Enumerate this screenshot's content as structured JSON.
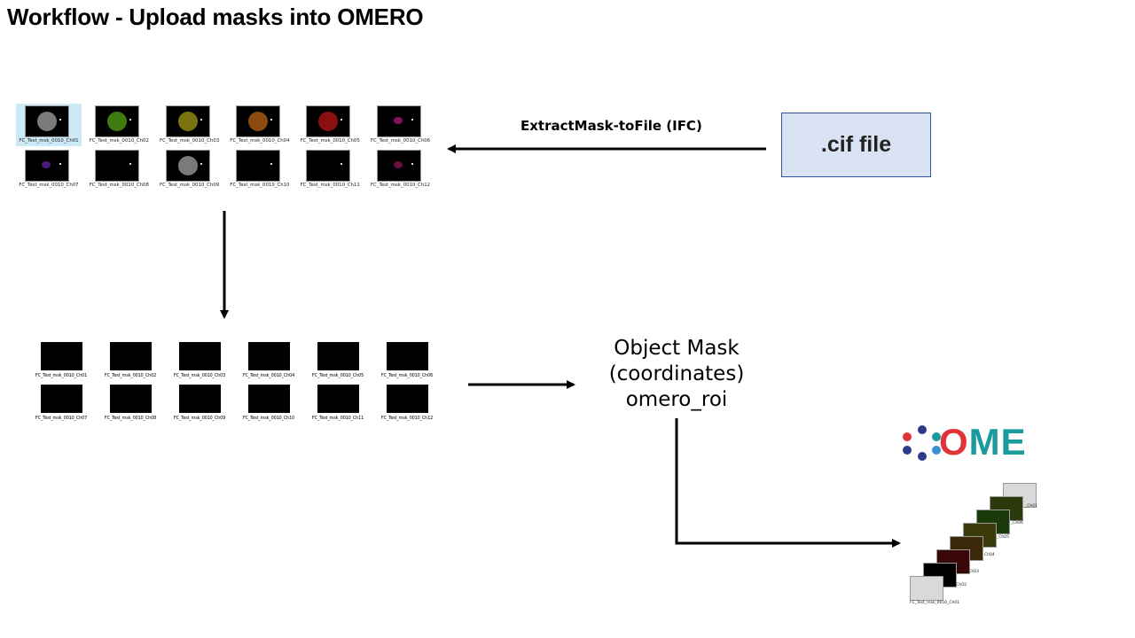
{
  "title": "Workflow - Upload masks into OMERO",
  "top_grid": {
    "thumbnails": [
      {
        "caption": "FC_Test_msk_0010_Ch01",
        "blob_color": "#7a7a7a",
        "selected": true
      },
      {
        "caption": "FC_Test_msk_0010_Ch02",
        "blob_color": "#3f7a10"
      },
      {
        "caption": "FC_Test_msk_0010_Ch03",
        "blob_color": "#7a7410"
      },
      {
        "caption": "FC_Test_msk_0010_Ch04",
        "blob_color": "#8a4a10"
      },
      {
        "caption": "FC_Test_msk_0010_Ch05",
        "blob_color": "#8a1010"
      },
      {
        "caption": "FC_Test_msk_0010_Ch06",
        "blob_color": "#8a1060"
      },
      {
        "caption": "FC_Test_msk_0010_Ch07",
        "blob_color": "#4a1a7a"
      },
      {
        "caption": "FC_Test_msk_0010_Ch08",
        "blob_color": "#000000"
      },
      {
        "caption": "FC_Test_msk_0010_Ch09",
        "blob_color": "#7a7a7a"
      },
      {
        "caption": "FC_Test_msk_0010_Ch10",
        "blob_color": "#000000"
      },
      {
        "caption": "FC_Test_msk_0010_Ch11",
        "blob_color": "#000000"
      },
      {
        "caption": "FC_Test_msk_0010_Ch12",
        "blob_color": "#6a1040"
      }
    ]
  },
  "mid_grid": {
    "captions": [
      "FC_Test_msk_0010_Ch01",
      "FC_Test_msk_0010_Ch02",
      "FC_Test_msk_0010_Ch03",
      "FC_Test_msk_0010_Ch04",
      "FC_Test_msk_0010_Ch05",
      "FC_Test_msk_0010_Ch06",
      "FC_Test_msk_0010_Ch07",
      "FC_Test_msk_0010_Ch08",
      "FC_Test_msk_0010_Ch09",
      "FC_Test_msk_0010_Ch10",
      "FC_Test_msk_0010_Ch11",
      "FC_Test_msk_0010_Ch12"
    ]
  },
  "cif_box": {
    "label": ".cif file",
    "fill": "#dae3f3",
    "border": "#2f5597"
  },
  "extract_label": "ExtractMask-toFile (IFC)",
  "object_mask": {
    "lines": [
      "Object Mask",
      "(coordinates)",
      "omero_roi"
    ]
  },
  "ome_logo": {
    "text_o": "O",
    "text_me": "ME",
    "red": "#e03336",
    "teal": "#1c9b9e",
    "navy": "#2e3a8c",
    "blue": "#3d8fd1"
  },
  "stack": {
    "labels": [
      "FC_Test_msk_0010_Ch01",
      "_Ch02",
      "_Ch03",
      "Ch04",
      "_Ch05",
      "_Ch06",
      "_Ch01"
    ]
  }
}
